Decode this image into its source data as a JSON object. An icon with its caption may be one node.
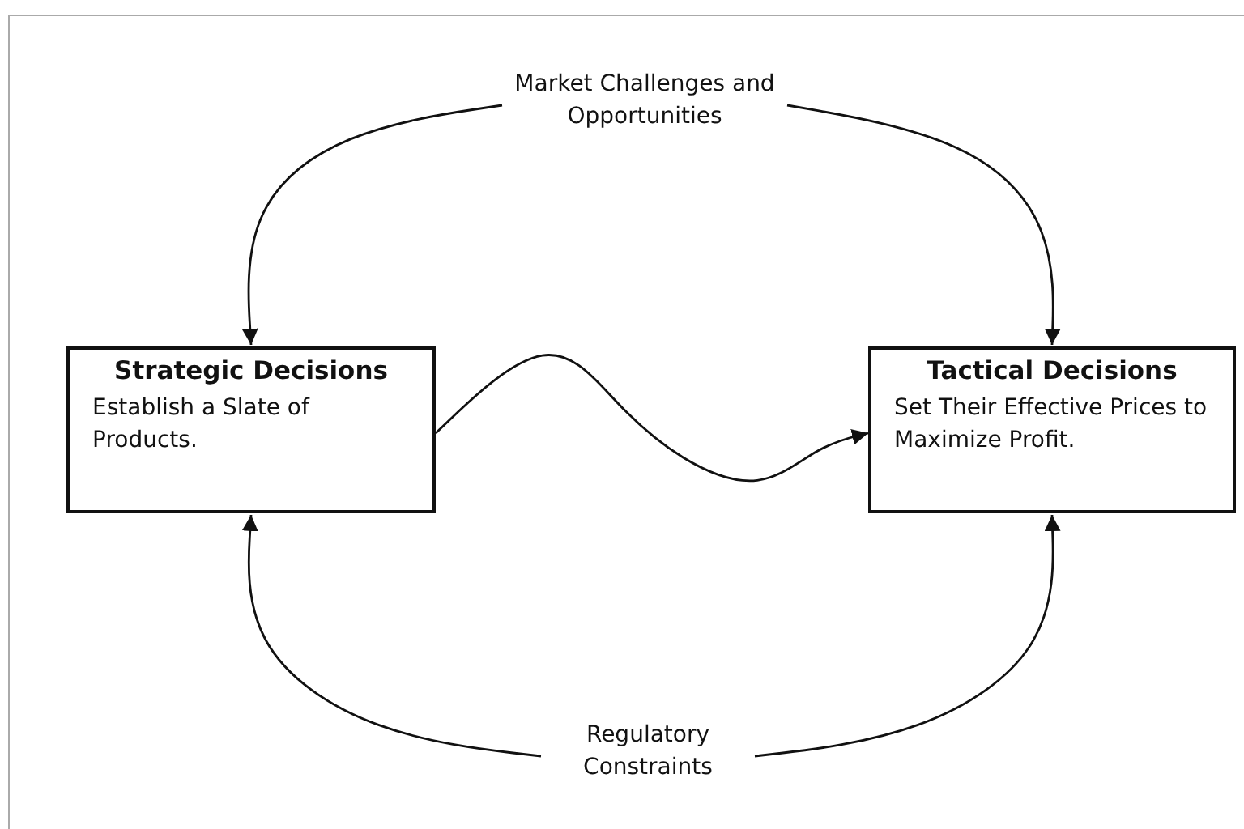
{
  "diagram": {
    "nodes": [
      {
        "text": [
          "Market Challenges and Opportunities"
        ]
      },
      {
        "text": [
          "Strategic Decisions",
          "Establish a Slate of Products."
        ]
      },
      {
        "text": [
          "Tactical Decisions",
          "Set Their Effective Prices to Maximize Profit."
        ]
      },
      {
        "text": [
          "Regulatory Constraints"
        ]
      }
    ],
    "edges": [
      {
        "from": 0,
        "to": 1,
        "arrow": "to"
      },
      {
        "from": 0,
        "to": 2,
        "arrow": "to"
      },
      {
        "from": 1,
        "to": 2,
        "arrow": "to"
      },
      {
        "from": 3,
        "to": 1,
        "arrow": "to"
      },
      {
        "from": 3,
        "to": 2,
        "arrow": "to"
      }
    ]
  }
}
